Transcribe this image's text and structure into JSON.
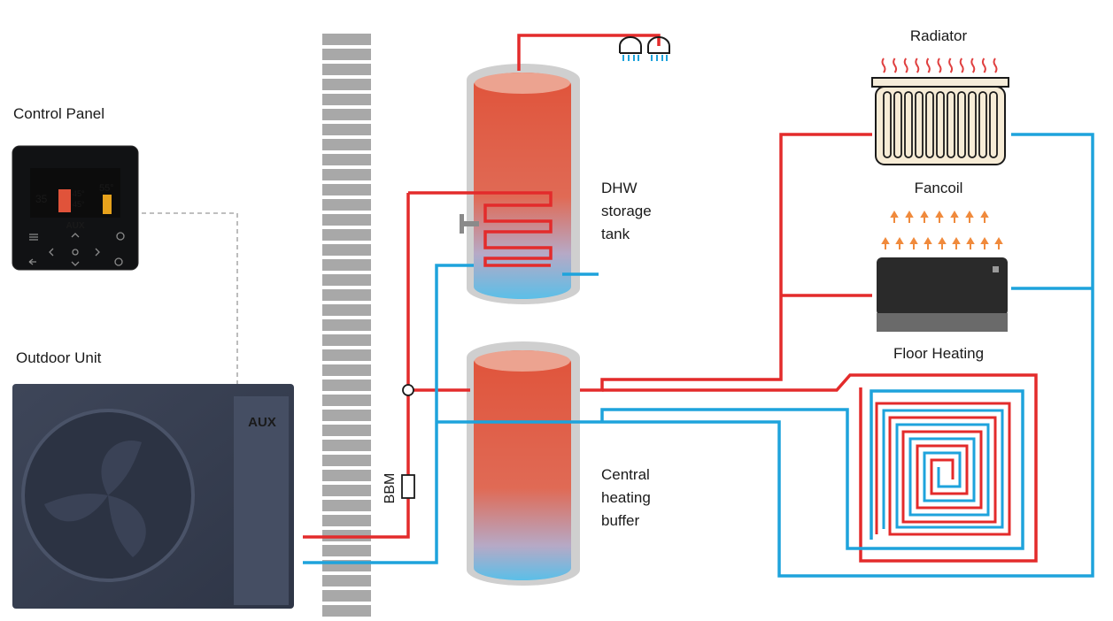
{
  "labels": {
    "control_panel": "Control Panel",
    "outdoor_unit": "Outdoor Unit",
    "dhw_line1": "DHW",
    "dhw_line2": "storage",
    "dhw_line3": "tank",
    "central_line1": "Central",
    "central_line2": "heating",
    "central_line3": "buffer",
    "radiator": "Radiator",
    "fancoil": "Fancoil",
    "floor_heating": "Floor Heating",
    "bbm": "BBM"
  },
  "brand": {
    "outdoor_logo": "AUX",
    "panel_logo": "AUX"
  },
  "panel_display": {
    "left_temp": "35",
    "set_temp_1": "45°",
    "set_temp_2": "45°",
    "right_temp": "55°"
  },
  "colors": {
    "hot_pipe": "#e32b2b",
    "cold_pipe": "#1ea3dc",
    "tank_hot": "#e0533a",
    "tank_cold": "#5bbfe8",
    "wall": "#a8a8a8",
    "outdoor_unit": "#3b4458",
    "fancoil_body": "#2a2a2a",
    "control_link": "#999999"
  },
  "icons": {
    "heat_wave": "wavy-heat-icon",
    "air_flow": "arrow-up-icon",
    "shower": "shower-icon",
    "fan": "fan-icon"
  }
}
